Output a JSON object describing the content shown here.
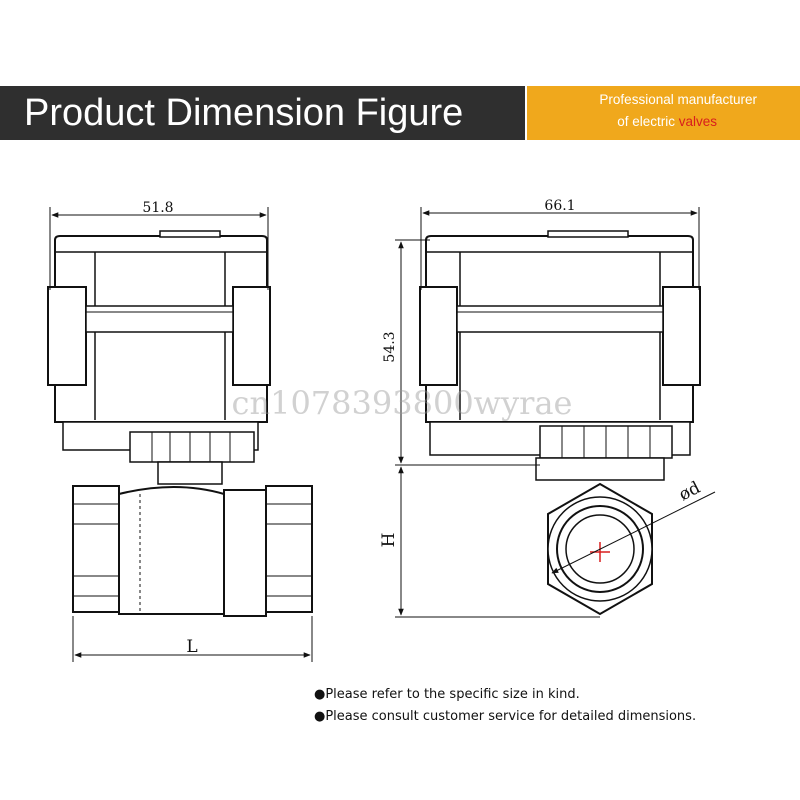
{
  "header": {
    "title": "Product Dimension Figure",
    "tagline_line1": "Professional manufacturer",
    "tagline_line2_prefix": "of electric ",
    "tagline_line2_accent": "valves"
  },
  "colors": {
    "header_bg": "#2f2f2f",
    "tagline_bg": "#f0a81c",
    "accent": "#d81e1e"
  },
  "drawing": {
    "front_view": {
      "width_label": "51.8",
      "length_label": "L"
    },
    "side_view": {
      "width_label": "66.1",
      "height_label": "54.3",
      "base_height_label": "H",
      "diameter_label": "ød"
    },
    "watermark": "cn1078393800wyrae"
  },
  "notes": [
    "●Please refer to the specific size in kind.",
    "●Please consult customer service for detailed dimensions."
  ]
}
